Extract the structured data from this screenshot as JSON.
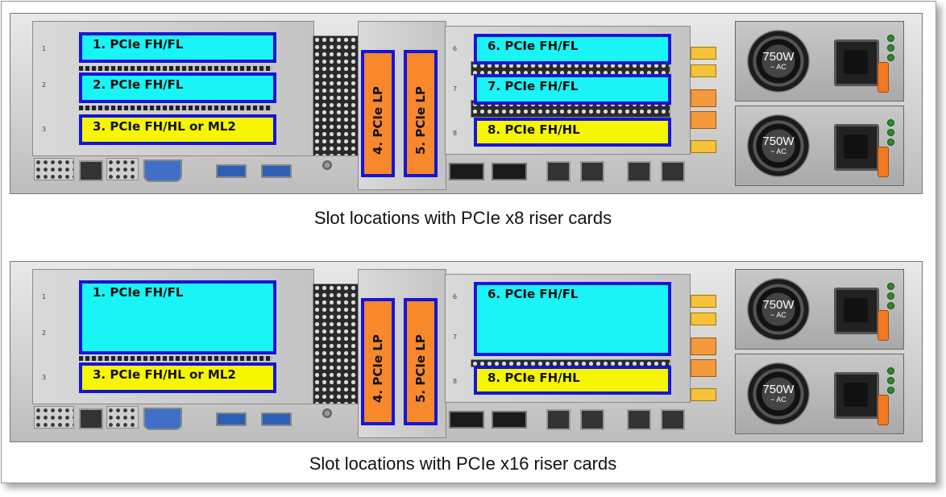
{
  "top_config": {
    "caption": "Slot locations with PCIe x8 riser cards",
    "slots": {
      "s1": "1. PCIe FH/FL",
      "s2": "2. PCIe FH/FL",
      "s3": "3. PCIe FH/HL or ML2",
      "s4": "4. PCIe LP",
      "s5": "5. PCIe LP",
      "s6": "6. PCIe FH/FL",
      "s7": "7. PCIe FH/FL",
      "s8": "8. PCIe FH/HL"
    }
  },
  "bottom_config": {
    "caption": "Slot locations with PCIe x16 riser cards",
    "slots": {
      "s1": "1. PCIe FH/FL",
      "s3": "3. PCIe FH/HL or ML2",
      "s4": "4. PCIe LP",
      "s5": "5. PCIe LP",
      "s6": "6. PCIe FH/FL",
      "s8": "8. PCIe FH/HL"
    }
  },
  "psu": {
    "label": "750W",
    "sub": "~ AC"
  },
  "colors": {
    "full_length": "#19f4f6",
    "half_length": "#f6f600",
    "low_profile": "#f7882b",
    "outline": "#1515d9"
  }
}
